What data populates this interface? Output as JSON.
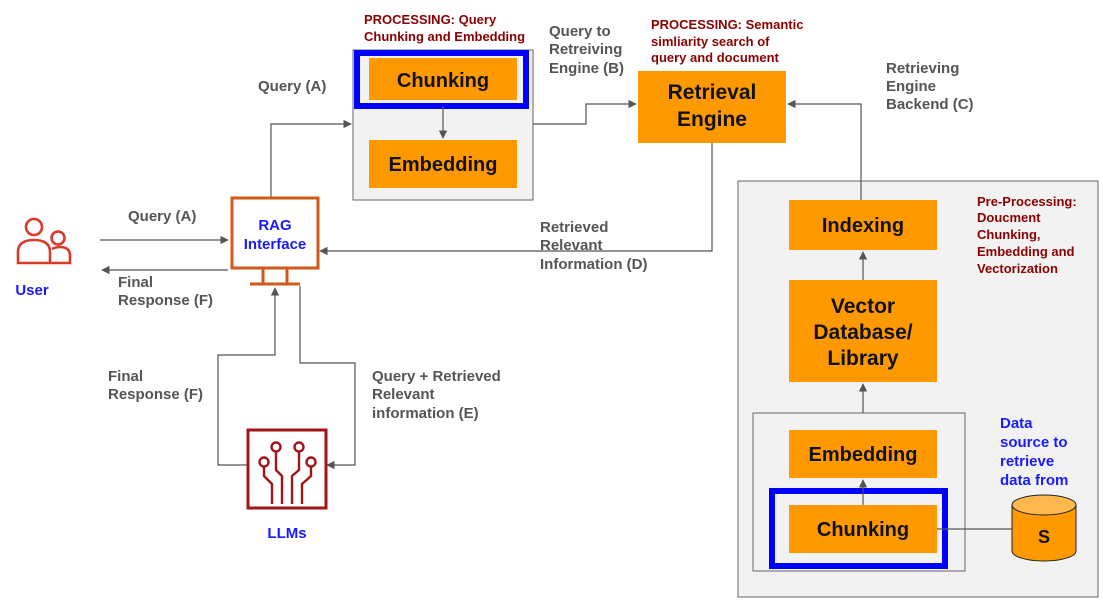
{
  "actors": {
    "user": "User",
    "llms": "LLMs"
  },
  "rag_interface": {
    "line1": "RAG",
    "line2": "Interface"
  },
  "query_processing": {
    "caption_line1": "PROCESSING: Query",
    "caption_line2": "Chunking and Embedding",
    "chunking": "Chunking",
    "embedding": "Embedding"
  },
  "retrieval_engine": {
    "line1": "Retrieval",
    "line2": "Engine",
    "caption_line1": "PROCESSING: Semantic",
    "caption_line2": "simliarity search of",
    "caption_line3": "query and document"
  },
  "preprocessing": {
    "caption_line1": "Pre-Processing:",
    "caption_line2": "Doucment",
    "caption_line3": "Chunking,",
    "caption_line4": "Embedding and",
    "caption_line5": "Vectorization",
    "indexing": "Indexing",
    "vector_db_line1": "Vector",
    "vector_db_line2": "Database/",
    "vector_db_line3": "Library",
    "embedding": "Embedding",
    "chunking": "Chunking",
    "datasource_symbol": "S",
    "datasource_line1": "Data",
    "datasource_line2": "source to",
    "datasource_line3": "retrieve",
    "datasource_line4": "data from"
  },
  "flows": {
    "query_a_top": "Query (A)",
    "query_a_user": "Query (A)",
    "query_to_engine_line1": "Query to",
    "query_to_engine_line2": "Retreiving",
    "query_to_engine_line3": "Engine (B)",
    "backend_line1": "Retrieving",
    "backend_line2": "Engine",
    "backend_line3": "Backend (C)",
    "retrieved_line1": "Retrieved",
    "retrieved_line2": "Relevant",
    "retrieved_line3": "Information (D)",
    "final_user_line1": "Final",
    "final_user_line2": "Response (F)",
    "final_llm_line1": "Final",
    "final_llm_line2": "Response (F)",
    "query_retrieved_line1": "Query + Retrieved",
    "query_retrieved_line2": "Relevant",
    "query_retrieved_line3": "information (E)"
  },
  "colors": {
    "orange_box": "#ff9900",
    "highlight_blue": "#0000ff",
    "interface_orange": "#d05a1a",
    "llm_red": "#a01515",
    "panel_gray": "#f2f2f2"
  }
}
